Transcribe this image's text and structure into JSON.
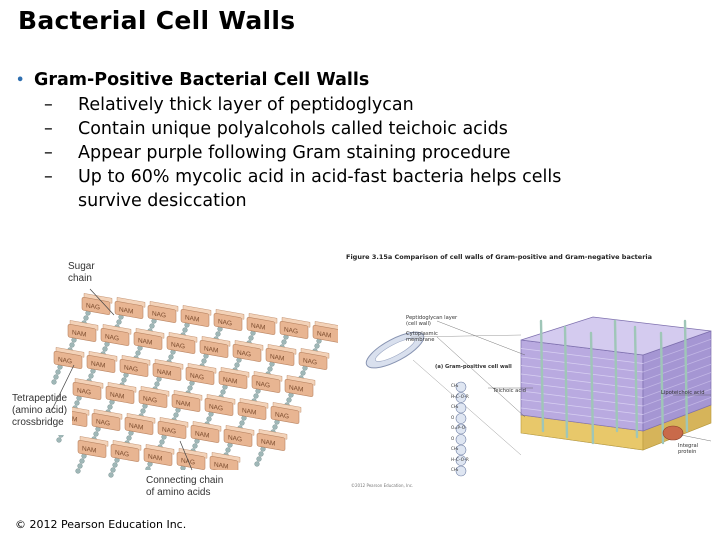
{
  "slide": {
    "title": "Bacterial Cell Walls",
    "bullet": {
      "marker": "•",
      "text": "Gram-Positive Bacterial Cell Walls",
      "subpoints": [
        {
          "dash": "–",
          "text": "Relatively thick layer of peptidoglycan"
        },
        {
          "dash": "–",
          "text": "Contain unique polyalcohols called teichoic acids"
        },
        {
          "dash": "–",
          "text": "Appear purple following Gram staining procedure"
        },
        {
          "dash": "–",
          "text": "Up to 60% mycolic acid in acid-fast bacteria helps cells"
        },
        {
          "dash": "",
          "text": "survive desiccation"
        }
      ]
    },
    "copyright": "© 2012 Pearson Education Inc."
  },
  "left_figure": {
    "labels": {
      "sugar_chain_1": "Sugar",
      "sugar_chain_2": "chain",
      "tetrapeptide_1": "Tetrapeptide",
      "tetrapeptide_2": "(amino acid)",
      "tetrapeptide_3": "crossbridge",
      "connecting_1": "Connecting chain",
      "connecting_2": "of amino acids"
    },
    "block_labels": [
      "NAG",
      "NAM"
    ],
    "colors": {
      "block": "#e8b592",
      "block_edge": "#b98462",
      "bead": "#9fb7b7"
    }
  },
  "right_figure": {
    "caption": "Figure 3.15a  Comparison of cell walls of Gram-positive and Gram-negative bacteria",
    "labels": {
      "peptidoglycan_1": "Peptidoglycan layer",
      "peptidoglycan_2": "(cell wall)",
      "cytoplasmic_1": "Cytoplasmic",
      "cytoplasmic_2": "membrane",
      "panel": "(a) Gram-positive cell wall",
      "lipoteichoic": "Lipoteichoic acid",
      "teichoic": "Teichoic acid",
      "integral_1": "Integral",
      "integral_2": "protein"
    },
    "chain_labels": [
      "CH₂",
      "H–C–O–R",
      "CH₂",
      "O",
      "O=P–O⁻",
      "O",
      "CH₂",
      "H–C–O–R",
      "CH₂"
    ],
    "copy": "©2012 Pearson Education, Inc.",
    "colors": {
      "wall": "#b7a8de",
      "membrane": "#e4c46a",
      "cell": "#c9d3e6"
    }
  }
}
